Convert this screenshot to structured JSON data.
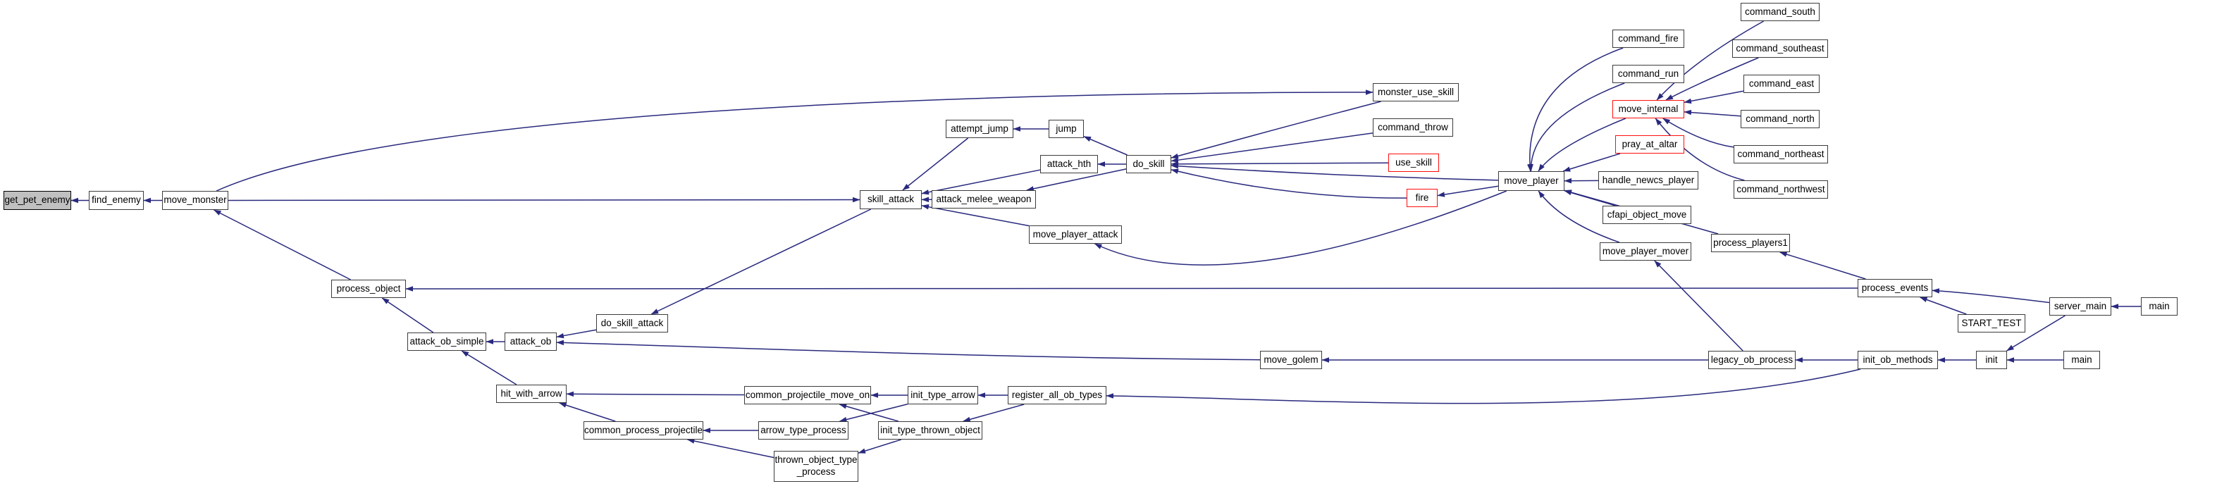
{
  "diagram": {
    "type": "call-graph",
    "root": "get_pet_enemy",
    "colors": {
      "edge": "#29297e",
      "node_border": "#3c3c3c",
      "red_border": "#fe0e0c",
      "root_fill": "#c0c0c0",
      "node_fill": "#ffffff",
      "background": "#ffffff"
    },
    "nodes": [
      {
        "id": "get_pet_enemy",
        "label": "get_pet_enemy",
        "style": "root"
      },
      {
        "id": "find_enemy",
        "label": "find_enemy",
        "style": "normal"
      },
      {
        "id": "move_monster",
        "label": "move_monster",
        "style": "normal"
      },
      {
        "id": "process_object",
        "label": "process_object",
        "style": "normal"
      },
      {
        "id": "skill_attack",
        "label": "skill_attack",
        "style": "normal"
      },
      {
        "id": "attempt_jump",
        "label": "attempt_jump",
        "style": "normal"
      },
      {
        "id": "jump",
        "label": "jump",
        "style": "normal"
      },
      {
        "id": "attack_hth",
        "label": "attack_hth",
        "style": "normal"
      },
      {
        "id": "do_skill",
        "label": "do_skill",
        "style": "normal"
      },
      {
        "id": "attack_melee_weapon",
        "label": "attack_melee_weapon",
        "style": "normal"
      },
      {
        "id": "move_player_attack",
        "label": "move_player_attack",
        "style": "normal"
      },
      {
        "id": "monster_use_skill",
        "label": "monster_use_skill",
        "style": "normal"
      },
      {
        "id": "command_throw",
        "label": "command_throw",
        "style": "normal"
      },
      {
        "id": "use_skill",
        "label": "use_skill",
        "style": "red"
      },
      {
        "id": "fire",
        "label": "fire",
        "style": "red"
      },
      {
        "id": "move_player",
        "label": "move_player",
        "style": "normal"
      },
      {
        "id": "command_fire",
        "label": "command_fire",
        "style": "normal"
      },
      {
        "id": "command_run",
        "label": "command_run",
        "style": "normal"
      },
      {
        "id": "move_internal",
        "label": "move_internal",
        "style": "red"
      },
      {
        "id": "pray_at_altar",
        "label": "pray_at_altar",
        "style": "red"
      },
      {
        "id": "handle_newcs_player",
        "label": "handle_newcs_player",
        "style": "normal"
      },
      {
        "id": "cfapi_object_move",
        "label": "cfapi_object_move",
        "style": "normal"
      },
      {
        "id": "move_player_mover",
        "label": "move_player_mover",
        "style": "normal"
      },
      {
        "id": "command_south",
        "label": "command_south",
        "style": "normal"
      },
      {
        "id": "command_southeast",
        "label": "command_southeast",
        "style": "normal"
      },
      {
        "id": "command_east",
        "label": "command_east",
        "style": "normal"
      },
      {
        "id": "command_north",
        "label": "command_north",
        "style": "normal"
      },
      {
        "id": "command_northeast",
        "label": "command_northeast",
        "style": "normal"
      },
      {
        "id": "command_northwest",
        "label": "command_northwest",
        "style": "normal"
      },
      {
        "id": "process_players1",
        "label": "process_players1",
        "style": "normal"
      },
      {
        "id": "process_events",
        "label": "process_events",
        "style": "normal"
      },
      {
        "id": "START_TEST",
        "label": "START_TEST",
        "style": "normal"
      },
      {
        "id": "server_main",
        "label": "server_main",
        "style": "normal"
      },
      {
        "id": "main_1",
        "label": "main",
        "style": "normal"
      },
      {
        "id": "init",
        "label": "init",
        "style": "normal"
      },
      {
        "id": "main_2",
        "label": "main",
        "style": "normal"
      },
      {
        "id": "init_ob_methods",
        "label": "init_ob_methods",
        "style": "normal"
      },
      {
        "id": "legacy_ob_process",
        "label": "legacy_ob_process",
        "style": "normal"
      },
      {
        "id": "move_golem",
        "label": "move_golem",
        "style": "normal"
      },
      {
        "id": "attack_ob_simple",
        "label": "attack_ob_simple",
        "style": "normal"
      },
      {
        "id": "attack_ob",
        "label": "attack_ob",
        "style": "normal"
      },
      {
        "id": "do_skill_attack",
        "label": "do_skill_attack",
        "style": "normal"
      },
      {
        "id": "hit_with_arrow",
        "label": "hit_with_arrow",
        "style": "normal"
      },
      {
        "id": "common_process_projectile",
        "label": "common_process_projectile",
        "style": "normal"
      },
      {
        "id": "common_projectile_move_on",
        "label": "common_projectile_move_on",
        "style": "normal"
      },
      {
        "id": "init_type_arrow",
        "label": "init_type_arrow",
        "style": "normal"
      },
      {
        "id": "register_all_ob_types",
        "label": "register_all_ob_types",
        "style": "normal"
      },
      {
        "id": "arrow_type_process",
        "label": "arrow_type_process",
        "style": "normal"
      },
      {
        "id": "init_type_thrown_object",
        "label": "init_type_thrown_object",
        "style": "normal"
      },
      {
        "id": "thrown_object_type_process",
        "label": "thrown_object_type\n_process",
        "style": "normal"
      }
    ],
    "edges": [
      {
        "from": "find_enemy",
        "to": "get_pet_enemy"
      },
      {
        "from": "move_monster",
        "to": "find_enemy"
      },
      {
        "from": "process_object",
        "to": "move_monster"
      },
      {
        "from": "move_monster",
        "to": "skill_attack"
      },
      {
        "from": "move_monster",
        "to": "monster_use_skill"
      },
      {
        "from": "attempt_jump",
        "to": "skill_attack"
      },
      {
        "from": "jump",
        "to": "attempt_jump"
      },
      {
        "from": "do_skill",
        "to": "jump"
      },
      {
        "from": "do_skill",
        "to": "attack_hth"
      },
      {
        "from": "attack_hth",
        "to": "skill_attack"
      },
      {
        "from": "do_skill",
        "to": "attack_melee_weapon"
      },
      {
        "from": "attack_melee_weapon",
        "to": "skill_attack"
      },
      {
        "from": "move_player_attack",
        "to": "skill_attack"
      },
      {
        "from": "skill_attack",
        "to": "do_skill_attack"
      },
      {
        "from": "do_skill_attack",
        "to": "attack_ob"
      },
      {
        "from": "attack_ob",
        "to": "attack_ob_simple"
      },
      {
        "from": "attack_ob_simple",
        "to": "process_object"
      },
      {
        "from": "process_events",
        "to": "process_object"
      },
      {
        "from": "hit_with_arrow",
        "to": "attack_ob_simple"
      },
      {
        "from": "common_projectile_move_on",
        "to": "hit_with_arrow"
      },
      {
        "from": "common_process_projectile",
        "to": "hit_with_arrow"
      },
      {
        "from": "move_golem",
        "to": "attack_ob"
      },
      {
        "from": "monster_use_skill",
        "to": "do_skill"
      },
      {
        "from": "command_throw",
        "to": "do_skill"
      },
      {
        "from": "use_skill",
        "to": "do_skill"
      },
      {
        "from": "fire",
        "to": "do_skill"
      },
      {
        "from": "move_player",
        "to": "do_skill"
      },
      {
        "from": "move_player",
        "to": "fire"
      },
      {
        "from": "move_player",
        "to": "move_player_attack"
      },
      {
        "from": "command_fire",
        "to": "move_player"
      },
      {
        "from": "command_run",
        "to": "move_player"
      },
      {
        "from": "move_internal",
        "to": "move_player"
      },
      {
        "from": "pray_at_altar",
        "to": "move_player"
      },
      {
        "from": "handle_newcs_player",
        "to": "move_player"
      },
      {
        "from": "cfapi_object_move",
        "to": "move_player"
      },
      {
        "from": "move_player_mover",
        "to": "move_player"
      },
      {
        "from": "process_players1",
        "to": "move_player"
      },
      {
        "from": "command_south",
        "to": "move_internal"
      },
      {
        "from": "command_southeast",
        "to": "move_internal"
      },
      {
        "from": "command_east",
        "to": "move_internal"
      },
      {
        "from": "command_north",
        "to": "move_internal"
      },
      {
        "from": "command_northeast",
        "to": "move_internal"
      },
      {
        "from": "command_northwest",
        "to": "move_internal"
      },
      {
        "from": "process_events",
        "to": "process_players1"
      },
      {
        "from": "server_main",
        "to": "process_events"
      },
      {
        "from": "START_TEST",
        "to": "process_events"
      },
      {
        "from": "main_1",
        "to": "server_main"
      },
      {
        "from": "server_main",
        "to": "init"
      },
      {
        "from": "main_2",
        "to": "init"
      },
      {
        "from": "init",
        "to": "init_ob_methods"
      },
      {
        "from": "init_ob_methods",
        "to": "legacy_ob_process"
      },
      {
        "from": "legacy_ob_process",
        "to": "move_golem"
      },
      {
        "from": "legacy_ob_process",
        "to": "move_player_mover"
      },
      {
        "from": "init_ob_methods",
        "to": "register_all_ob_types"
      },
      {
        "from": "register_all_ob_types",
        "to": "init_type_arrow"
      },
      {
        "from": "init_type_arrow",
        "to": "common_projectile_move_on"
      },
      {
        "from": "init_type_arrow",
        "to": "arrow_type_process"
      },
      {
        "from": "register_all_ob_types",
        "to": "init_type_thrown_object"
      },
      {
        "from": "init_type_thrown_object",
        "to": "common_projectile_move_on"
      },
      {
        "from": "init_type_thrown_object",
        "to": "thrown_object_type_process"
      },
      {
        "from": "arrow_type_process",
        "to": "common_process_projectile"
      },
      {
        "from": "thrown_object_type_process",
        "to": "common_process_projectile"
      }
    ]
  }
}
